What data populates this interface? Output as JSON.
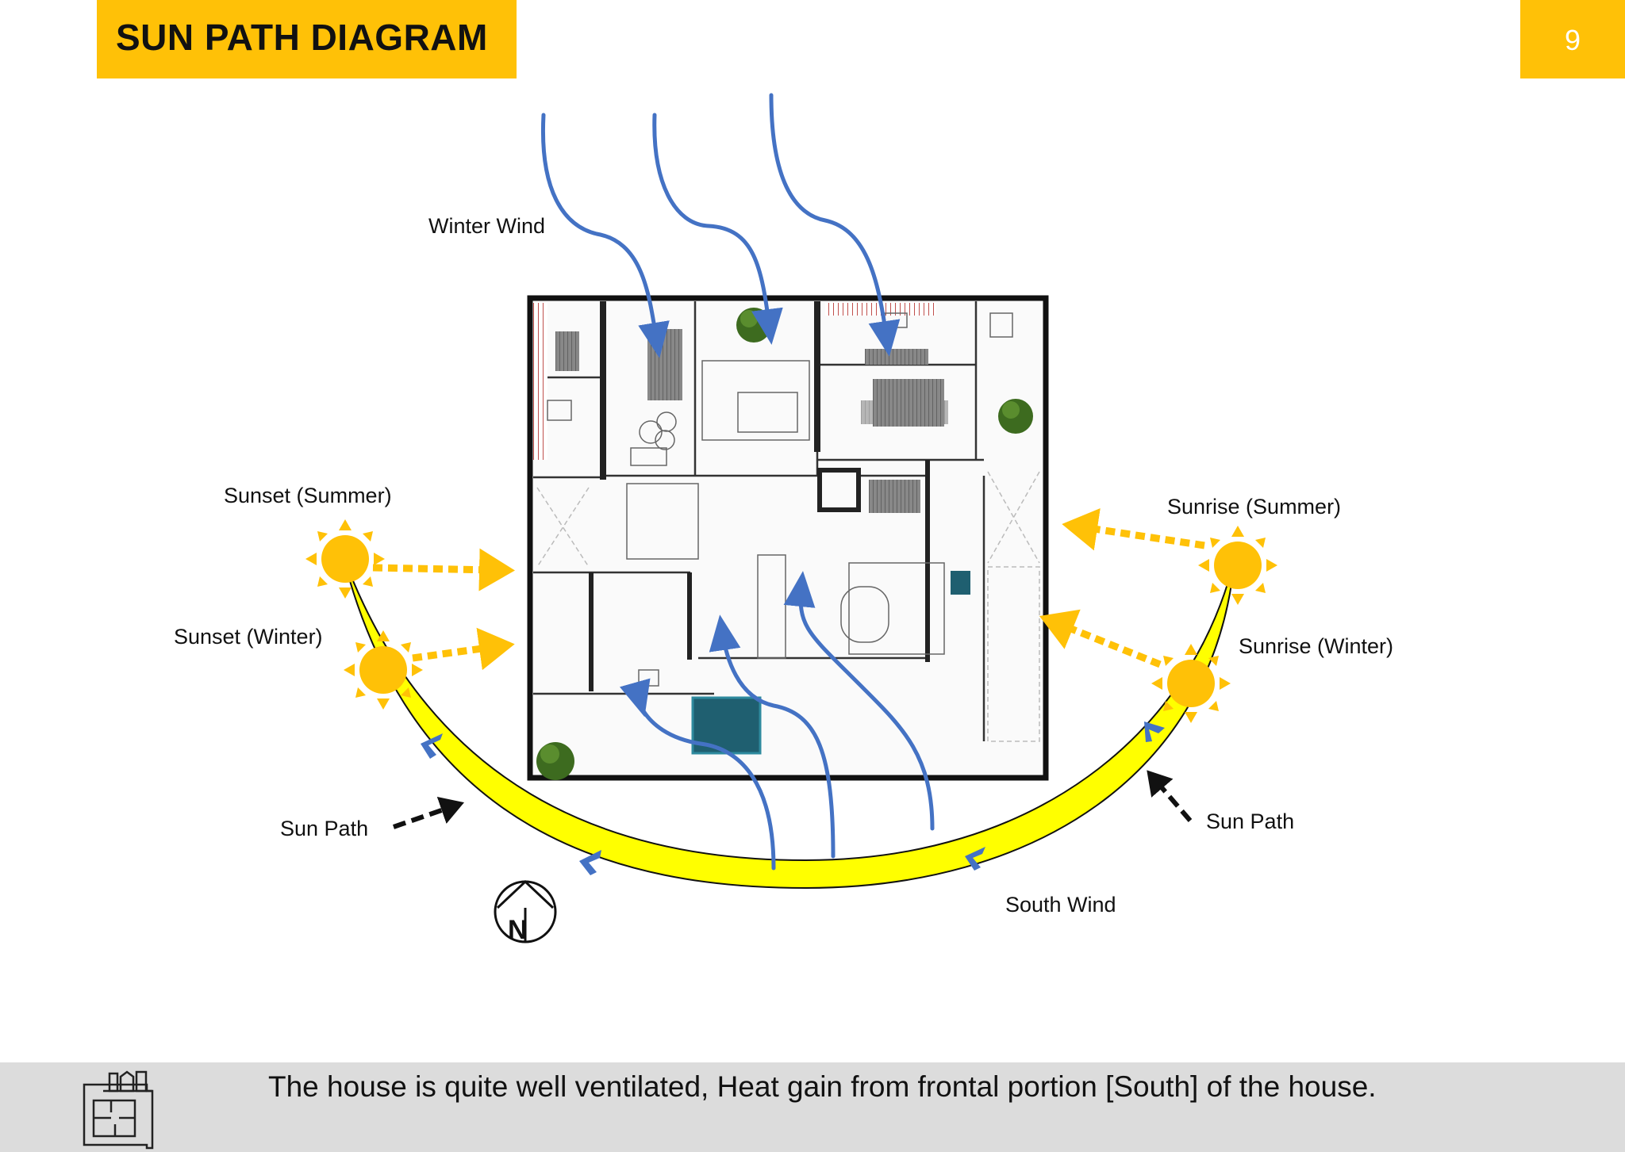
{
  "header": {
    "title": "SUN PATH DIAGRAM",
    "page_number": "9"
  },
  "labels": {
    "winter_wind": "Winter Wind",
    "sunset_summer": "Sunset (Summer)",
    "sunset_winter": "Sunset (Winter)",
    "sunrise_summer": "Sunrise (Summer)",
    "sunrise_winter": "Sunrise (Winter)",
    "sun_path_left": "Sun Path",
    "sun_path_right": "Sun Path",
    "south_wind": "South Wind",
    "north": "N"
  },
  "footer": {
    "text": "The house is quite well ventilated, Heat gain from frontal portion [South] of the house."
  },
  "colors": {
    "accent": "#FFC107",
    "sun": "#FFC107",
    "sun_path": "#FFFF00",
    "wind": "#4472C4",
    "wall": "#111111",
    "footer_bg": "#DCDCDC"
  },
  "icons": [
    "sun-icon",
    "north-arrow-icon",
    "floor-plan-icon",
    "tree-icon",
    "pool-icon"
  ]
}
